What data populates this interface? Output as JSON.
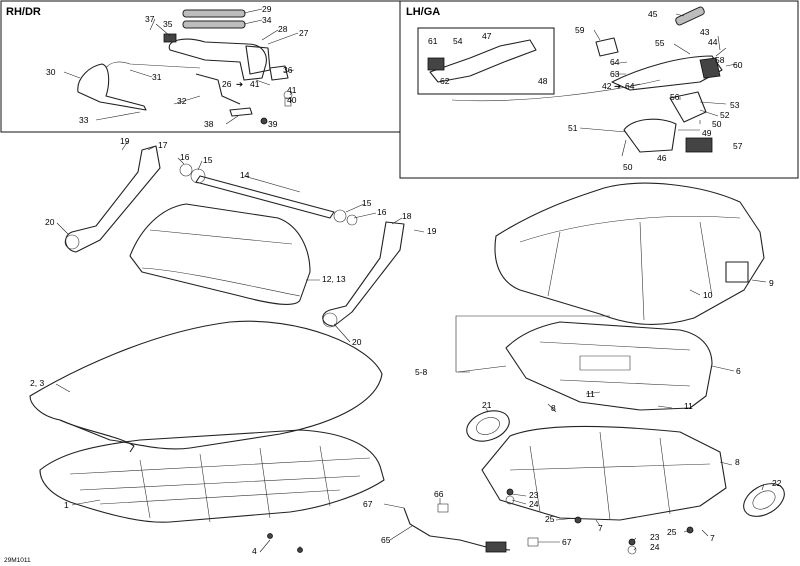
{
  "sections": {
    "rh": "RH/DR",
    "lh": "LH/GA"
  },
  "drawing_code": "29M1011",
  "labels": {
    "l29": "29",
    "l34": "34",
    "l37": "37",
    "l35": "35",
    "l28": "28",
    "l27": "27",
    "l30": "30",
    "l31": "31",
    "l36": "36",
    "l26": "26",
    "l41a": "41",
    "l41b": "41",
    "l40": "40",
    "l32": "32",
    "l33": "33",
    "l38": "38",
    "l39": "39",
    "l45": "45",
    "l43": "43",
    "l47": "47",
    "l61": "61",
    "l54": "54",
    "l59": "59",
    "l55": "55",
    "l58": "58",
    "l60": "60",
    "l64": "64",
    "l63": "63",
    "l62": "62",
    "l48": "48",
    "l42": "42",
    "l64b": "64",
    "l56": "56",
    "l53": "53",
    "l52": "52",
    "l51": "51",
    "l49": "49",
    "l50a": "50",
    "l50b": "50",
    "l46": "46",
    "l57": "57",
    "l44": "44",
    "l19a": "19",
    "l17": "17",
    "l16a": "16",
    "l15a": "15",
    "l14": "14",
    "l20a": "20",
    "l15b": "15",
    "l16b": "16",
    "l18": "18",
    "l19b": "19",
    "l1213": "12, 13",
    "l20b": "20",
    "l9": "9",
    "l10": "10",
    "l23": "2, 3",
    "l58b": "5-8",
    "l6": "6",
    "l11a": "11",
    "l11b": "11",
    "l8a": "8",
    "l21": "21",
    "l8b": "8",
    "l22": "22",
    "l1": "1",
    "l66": "66",
    "l67a": "67",
    "l23b": "23",
    "l24a": "24",
    "l25a": "25",
    "l7a": "7",
    "l25b": "25",
    "l7b": "7",
    "l23c": "23",
    "l24b": "24",
    "l65": "65",
    "l67b": "67",
    "l4": "4"
  }
}
